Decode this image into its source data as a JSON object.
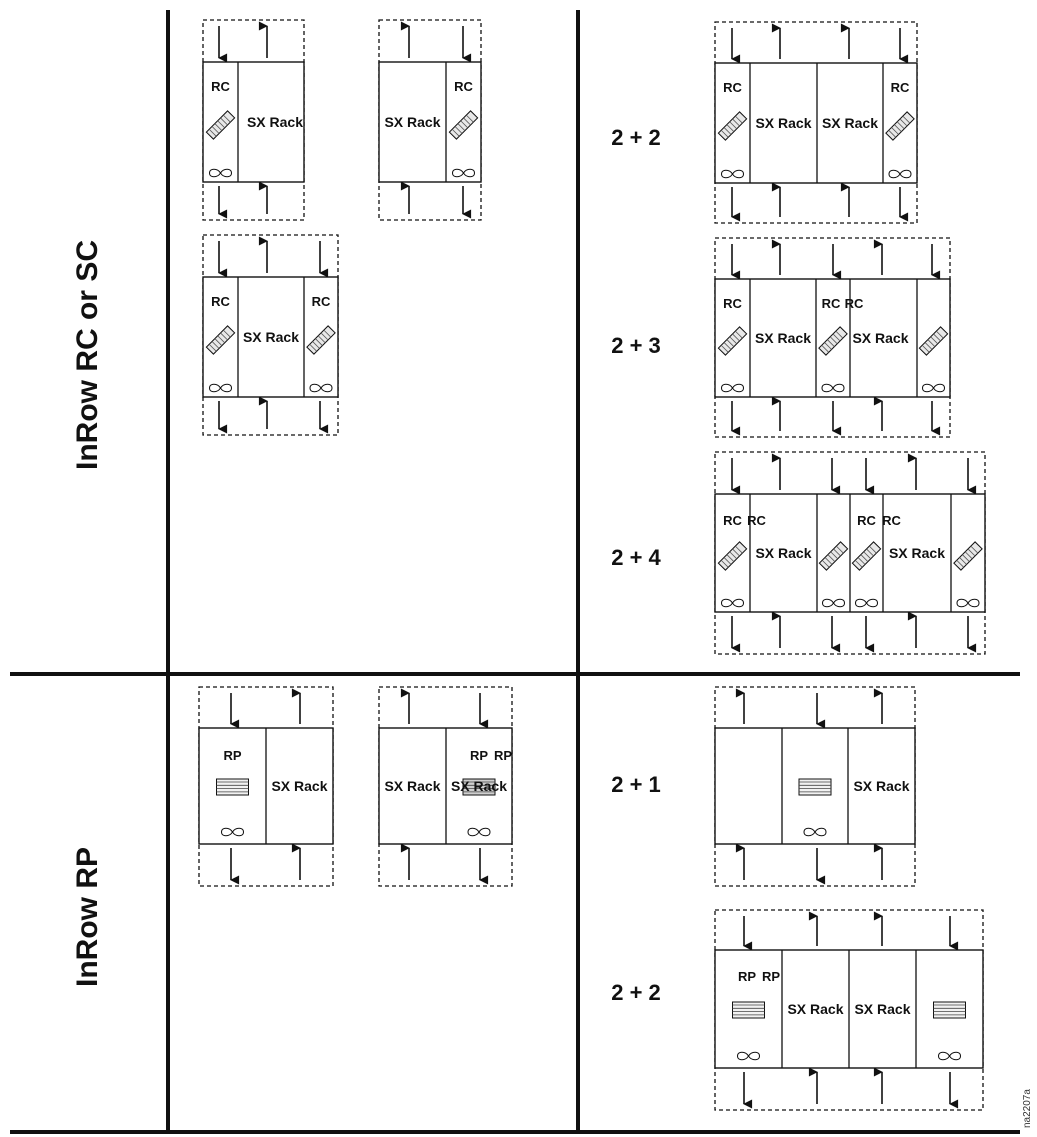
{
  "sections": {
    "top_label": "InRow RC or SC",
    "bottom_label": "InRow RP"
  },
  "labels": {
    "rc": "RC",
    "rp": "RP",
    "sx_rack": "SX Rack"
  },
  "combos": {
    "rc_2_2": "2 + 2",
    "rc_2_3": "2 + 3",
    "rc_2_4": "2 + 4",
    "rp_2_1": "2 + 1",
    "rp_2_2": "2 + 2"
  },
  "figure_ref": "na2207a"
}
